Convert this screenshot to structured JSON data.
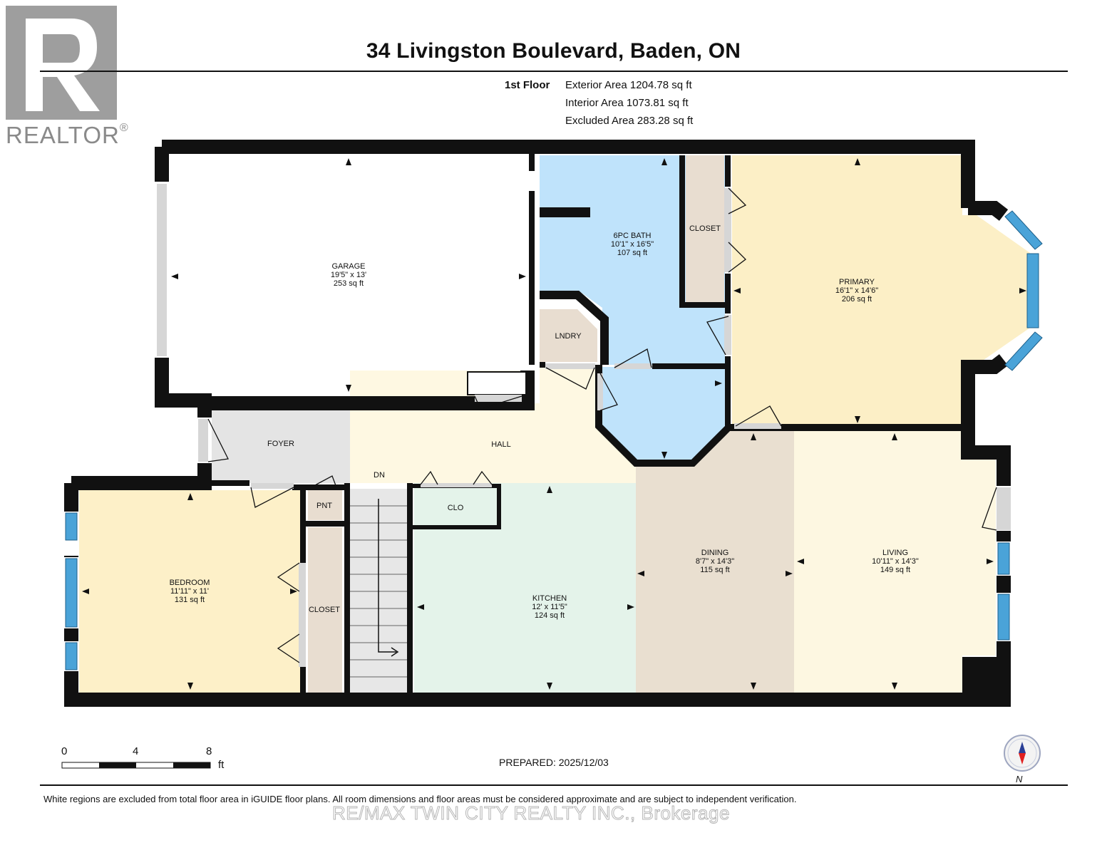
{
  "header": {
    "title": "34 Livingston Boulevard, Baden, ON",
    "floor": "1st Floor",
    "exterior_area": "Exterior Area 1204.78 sq ft",
    "interior_area": "Interior Area 1073.81 sq ft",
    "excluded_area": "Excluded Area 283.28 sq ft"
  },
  "logo": {
    "text": "REALTOR",
    "mark": "®",
    "icon": "realtor-r-logo"
  },
  "rooms": {
    "garage": {
      "name": "GARAGE",
      "dims": "19'5\" x 13'",
      "area": "253 sq ft"
    },
    "bath": {
      "name": "6PC BATH",
      "dims": "10'1\" x 16'5\"",
      "area": "107 sq ft"
    },
    "closet_top": {
      "name": "CLOSET"
    },
    "primary": {
      "name": "PRIMARY",
      "dims": "16'1\" x 14'6\"",
      "area": "206 sq ft"
    },
    "laundry": {
      "name": "LNDRY"
    },
    "foyer": {
      "name": "FOYER"
    },
    "hall": {
      "name": "HALL"
    },
    "stairs": {
      "name": "DN"
    },
    "pantry": {
      "name": "PNT"
    },
    "closet_hall": {
      "name": "CLO"
    },
    "bedroom": {
      "name": "BEDROOM",
      "dims": "11'11\" x 11'",
      "area": "131 sq ft"
    },
    "closet_bed": {
      "name": "CLOSET"
    },
    "kitchen": {
      "name": "KITCHEN",
      "dims": "12' x 11'5\"",
      "area": "124 sq ft"
    },
    "dining": {
      "name": "DINING",
      "dims": "8'7\" x 14'3\"",
      "area": "115 sq ft"
    },
    "living": {
      "name": "LIVING",
      "dims": "10'11\" x 14'3\"",
      "area": "149 sq ft"
    }
  },
  "colors": {
    "wall": "#111111",
    "garage": "#ffffff",
    "bath": "#bfe3fb",
    "closet": "#e8ddd0",
    "primary": "#fcefc6",
    "hall": "#fef8e2",
    "foyer": "#e4e4e4",
    "bedroom": "#fdf0c8",
    "kitchen": "#e4f3ea",
    "dining": "#e9dfd0",
    "living": "#fdf7e1",
    "window": "#4aa3d8"
  },
  "scale": {
    "labels": [
      "0",
      "4",
      "8"
    ],
    "unit": "ft"
  },
  "prepared": "PREPARED: 2025/12/03",
  "compass": {
    "label": "N",
    "icon": "compass-icon"
  },
  "footer_note": "White regions are excluded from total floor area in iGUIDE floor plans. All room dimensions and floor areas must be considered approximate and are subject to independent verification.",
  "watermark": "RE/MAX TWIN CITY REALTY INC., Brokerage"
}
